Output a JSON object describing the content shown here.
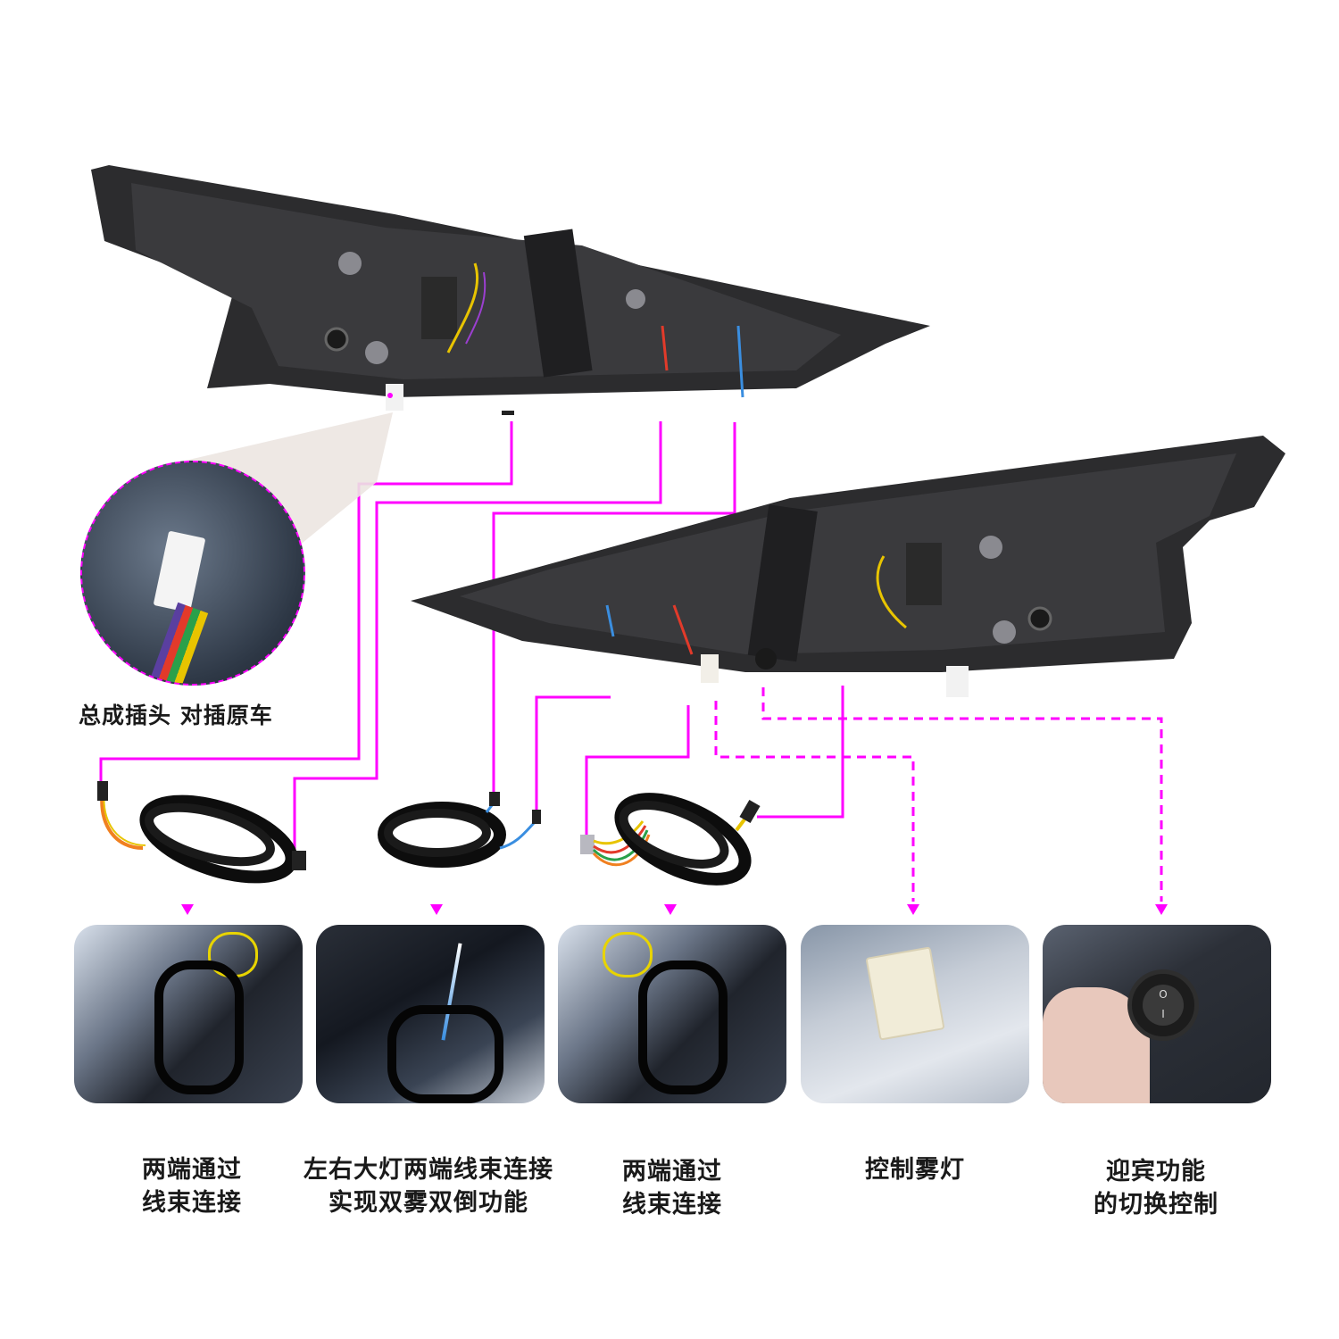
{
  "accent_color": "#ff00ff",
  "background_color": "#ffffff",
  "caption_color": "#1a1a1a",
  "zoom_callout": {
    "label": "总成插头 对插原车",
    "icon": "white-4-pin-connector-icon",
    "wire_colors": [
      "#5a3fa0",
      "#e23a2a",
      "#2aa04a",
      "#e8c400"
    ]
  },
  "tail_lights": [
    {
      "name": "left-tail-light-back",
      "color": "#2c2c2e"
    },
    {
      "name": "right-tail-light-back",
      "color": "#2c2c2e"
    }
  ],
  "harnesses": [
    {
      "name": "harness-1",
      "wire_colors": [
        "#e8c400",
        "#f08020",
        "#2aa04a"
      ]
    },
    {
      "name": "harness-2",
      "wire_colors": [
        "#3a8ee0"
      ]
    },
    {
      "name": "harness-3",
      "wire_colors": [
        "#e8c400",
        "#e23a2a",
        "#2aa04a",
        "#f08020"
      ]
    }
  ],
  "steps": [
    {
      "caption_line1": "两端通过",
      "caption_line2": "线束连接",
      "photo": "harness-installed-photo"
    },
    {
      "caption_line1": "左右大灯两端线束连接",
      "caption_line2": "实现双雾双倒功能",
      "photo": "harness-cross-connect-photo"
    },
    {
      "caption_line1": "两端通过",
      "caption_line2": "线束连接",
      "photo": "harness-installed-photo"
    },
    {
      "caption_line1": "控制雾灯",
      "caption_line2": "",
      "photo": "fog-connector-photo"
    },
    {
      "caption_line1": "迎宾功能",
      "caption_line2": "的切换控制",
      "photo": "rocker-switch-photo"
    }
  ],
  "switch_symbols": {
    "off": "O",
    "on": "I"
  }
}
